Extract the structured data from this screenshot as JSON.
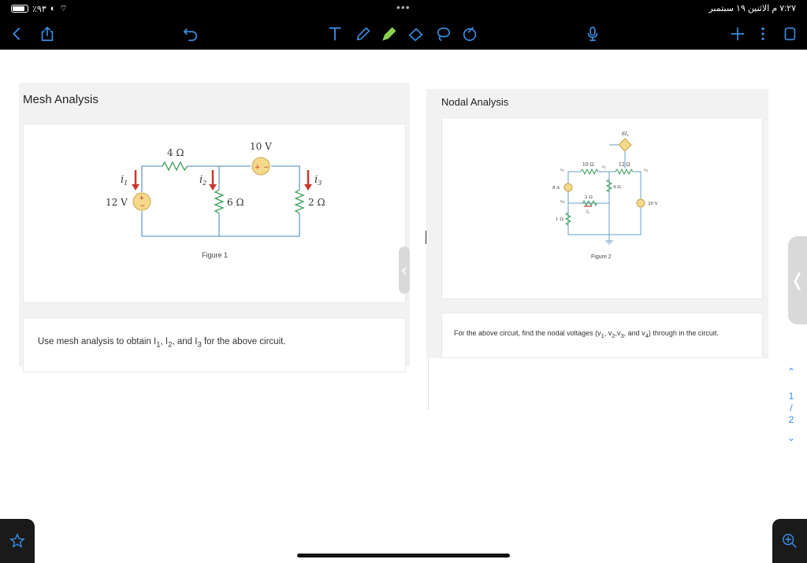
{
  "status_bar": {
    "battery": "٪٩٣",
    "time_date": "٧:٢٧ م  الاثنين ١٩ سبتمبر"
  },
  "toolbar": {
    "icons": [
      "back-icon",
      "share-icon",
      "undo-icon",
      "text-tool-icon",
      "pen-icon",
      "highlighter-icon",
      "eraser-icon",
      "lasso-icon",
      "shapes-icon",
      "microphone-icon",
      "add-icon",
      "more-icon",
      "pages-icon"
    ]
  },
  "left_page": {
    "title": "Mesh Analysis",
    "figure_caption": "Figure 1",
    "circuit": {
      "r1": "4 Ω",
      "v_top": "10 V",
      "i1": "i",
      "i1_sub": "1",
      "i2": "i",
      "i2_sub": "2",
      "i3": "i",
      "i3_sub": "3",
      "v_left": "12 V",
      "r2": "6 Ω",
      "r3": "2 Ω"
    },
    "question": {
      "pre": "Use mesh analysis to obtain I",
      "s1": "1",
      "m1": ", I",
      "s2": "2",
      "m2": ", and I",
      "s3": "3",
      "post": " for the above circuit."
    }
  },
  "right_page": {
    "title": "Nodal Analysis",
    "figure_caption": "Figure 2",
    "circuit": {
      "dep": "6I",
      "dep_sub": "x",
      "r10": "10 Ω",
      "r12": "12 Ω",
      "v1": "v",
      "v1s": "1",
      "v2": "v",
      "v2s": "2",
      "v3": "v",
      "v3s": "3",
      "v4": "v",
      "v4s": "4",
      "src8": "8 A",
      "r4": "4 Ω",
      "r2": "2 Ω",
      "r1": "1 Ω",
      "ix": "I",
      "ix_sub": "x",
      "v20": "20 V"
    },
    "question": {
      "pre": "For the above circuit, find the nodal voltages (v",
      "s1": "1",
      "m1": ", v",
      "s2": "2",
      "m2": ",v",
      "s3": "3",
      "m3": ", and v",
      "s4": "4",
      "post": ") through in the circuit."
    }
  },
  "pager": {
    "current": "1",
    "separator": "/",
    "total": "2"
  },
  "colors": {
    "wire": "#6a9ec7",
    "arrow": "#c8382e",
    "source_fill": "#f5d98a",
    "resistor": "#3a9e54",
    "accent": "#3a8ee6"
  }
}
